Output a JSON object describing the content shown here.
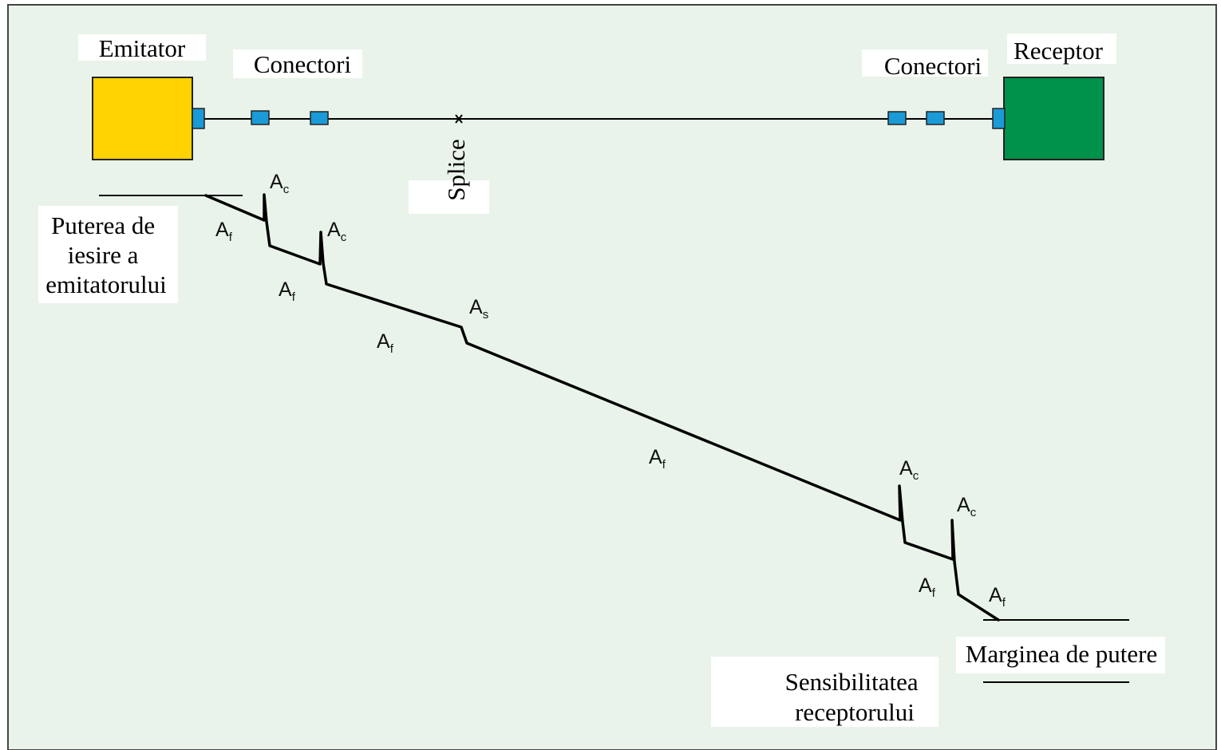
{
  "labels": {
    "emitter": "Emitator",
    "connectors_left": "Conectori",
    "connectors_right": "Conectori",
    "receiver": "Receptor",
    "splice": "Splice",
    "output_power": [
      "Puterea de",
      "iesire a",
      "emitatorului"
    ],
    "margin": "Marginea de putere",
    "sensitivity": [
      "Sensibilitatea",
      "receptorului"
    ]
  },
  "loss_labels": [
    {
      "base": "A",
      "sub": "c"
    },
    {
      "base": "A",
      "sub": "f"
    },
    {
      "base": "A",
      "sub": "c"
    },
    {
      "base": "A",
      "sub": "f"
    },
    {
      "base": "A",
      "sub": "s"
    },
    {
      "base": "A",
      "sub": "f"
    },
    {
      "base": "A",
      "sub": "f"
    },
    {
      "base": "A",
      "sub": "c"
    },
    {
      "base": "A",
      "sub": "c"
    },
    {
      "base": "A",
      "sub": "f"
    },
    {
      "base": "A",
      "sub": "f"
    }
  ],
  "colors": {
    "background": "#e9f3ea",
    "emitter": "#ffd200",
    "receiver": "#00914a",
    "connector": "#1a9ad6"
  }
}
